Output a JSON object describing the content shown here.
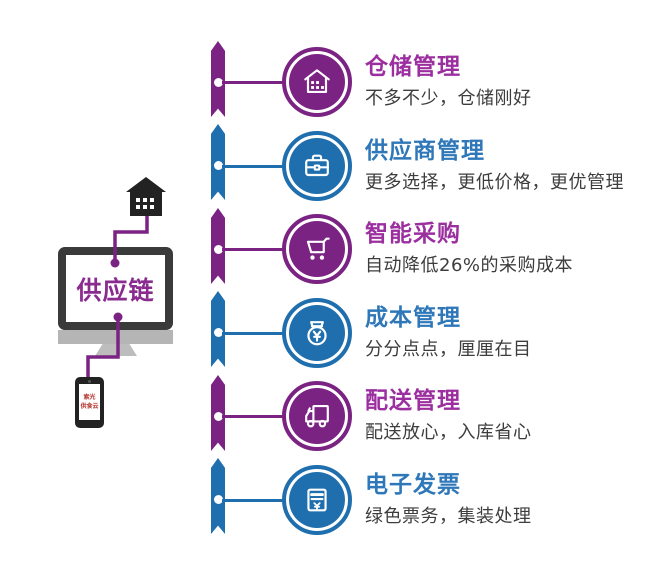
{
  "colors": {
    "purple": "#7b2383",
    "blue": "#1f6fae",
    "purple_title": "#9c2fa0",
    "blue_title": "#2e77b8",
    "subtitle_text": "#3d3d3d",
    "monitor_frame": "#3a3a3a",
    "monitor_label_purple": "#8a2b8f",
    "phone_text_red": "#b5342c"
  },
  "left_graphic": {
    "monitor_label": "供应链",
    "phone_screen_lines": [
      "索光",
      "供食云"
    ]
  },
  "items": [
    {
      "title": "仓储管理",
      "subtitle": "不多不少，仓储刚好",
      "color": "purple",
      "icon": "warehouse-icon"
    },
    {
      "title": "供应商管理",
      "subtitle": "更多选择，更低价格，更优管理",
      "color": "blue",
      "icon": "briefcase-icon"
    },
    {
      "title": "智能采购",
      "subtitle": "自动降低26%的采购成本",
      "color": "purple",
      "icon": "shopping-cart-icon"
    },
    {
      "title": "成本管理",
      "subtitle": "分分点点，厘厘在目",
      "color": "blue",
      "icon": "money-bag-icon"
    },
    {
      "title": "配送管理",
      "subtitle": "配送放心，入库省心",
      "color": "purple",
      "icon": "delivery-truck-icon"
    },
    {
      "title": "电子发票",
      "subtitle": "绿色票务，集装处理",
      "color": "blue",
      "icon": "invoice-icon"
    }
  ]
}
